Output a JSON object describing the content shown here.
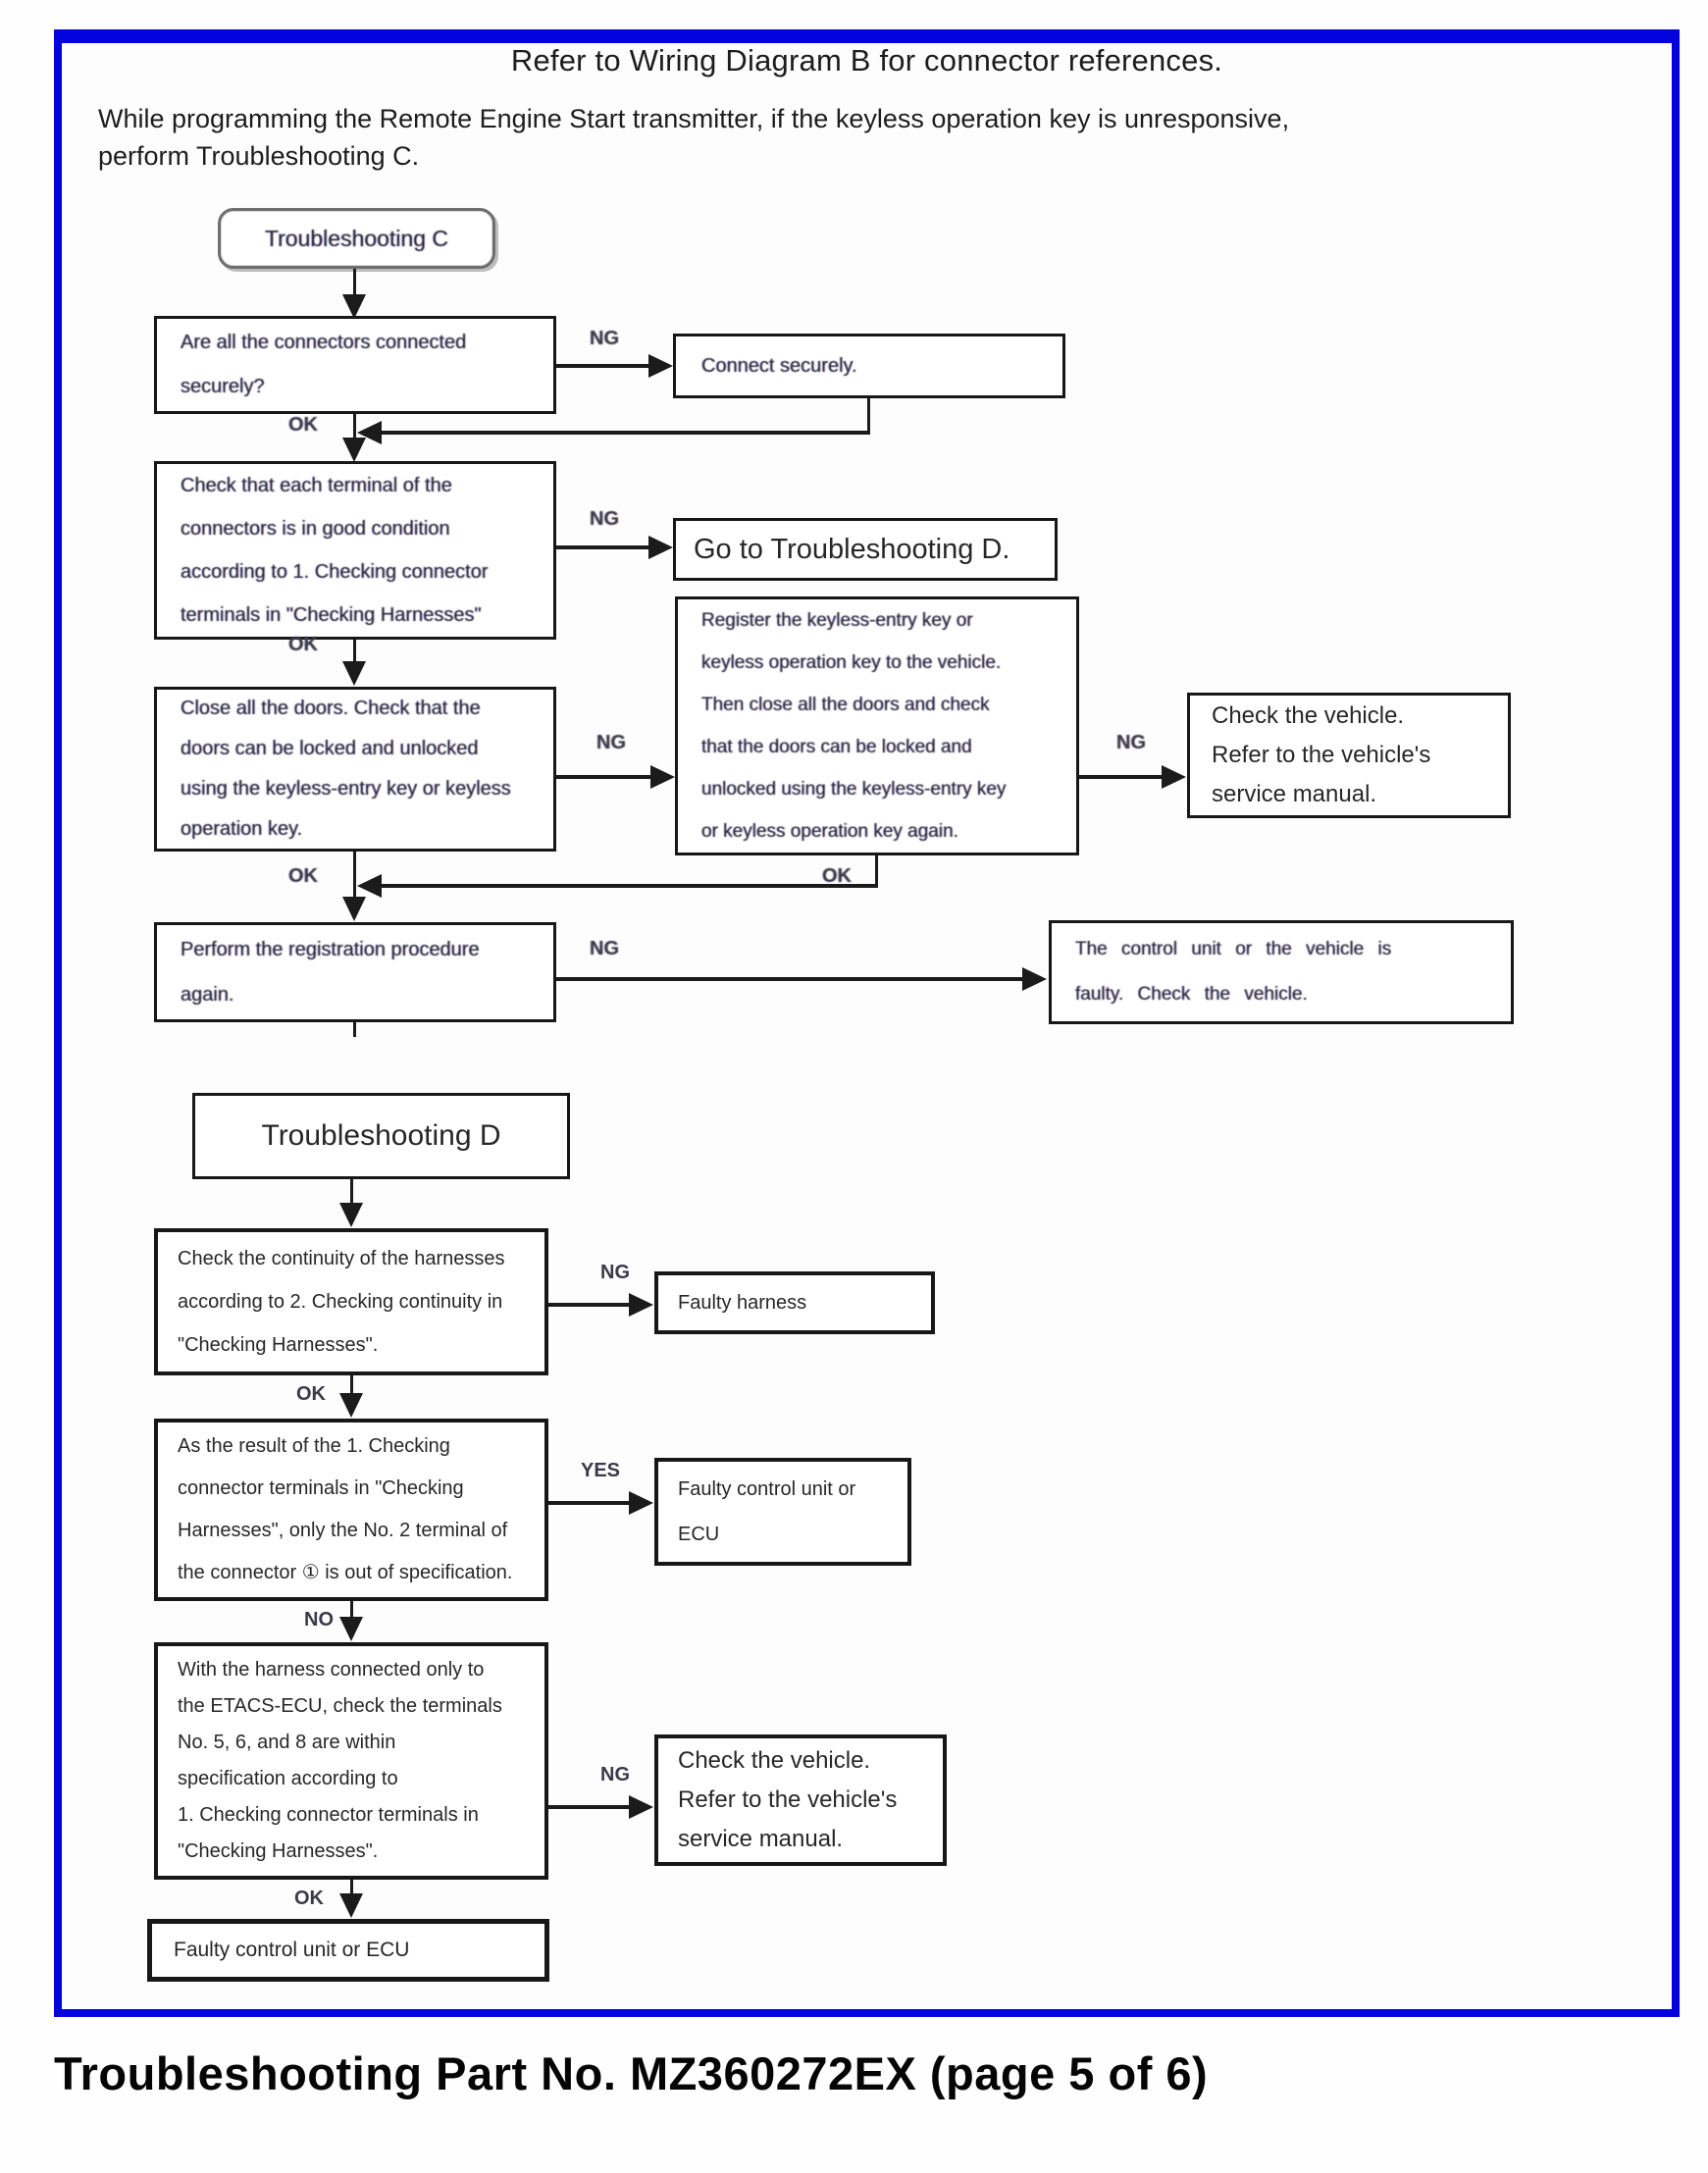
{
  "frame_color": "#0202dd",
  "header": {
    "title": "Refer to Wiring Diagram B for connector references.",
    "intro": "While programming the Remote Engine Start transmitter, if the keyless operation key is unresponsive,\nperform Troubleshooting C."
  },
  "labels": {
    "ng": "NG",
    "ok": "OK",
    "yes": "YES",
    "no": "NO"
  },
  "flow_c": {
    "start": "Troubleshooting C",
    "q_connectors": "Are all the connectors connected\nsecurely?",
    "a_connect": "Connect securely.",
    "q_terminals": "Check that each terminal of the\nconnectors is in good condition\naccording to 1. Checking connector\nterminals in \"Checking Harnesses\"",
    "a_goto_d": "Go to Troubleshooting D.",
    "q_doors": "Close all the doors. Check that the\ndoors can be locked and unlocked\nusing the keyless-entry key or keyless\noperation key.",
    "a_register": "Register the keyless-entry key or\nkeyless operation key to the vehicle.\nThen close all the doors and check\nthat the doors can be locked and\nunlocked using the keyless-entry key\nor keyless operation key again.",
    "a_check_vehicle": "Check the vehicle.\nRefer to the vehicle's\nservice manual.",
    "q_registration": "Perform the registration procedure\nagain.",
    "a_control_unit": "The control unit or the vehicle is\nfaulty. Check the vehicle."
  },
  "flow_d": {
    "start": "Troubleshooting D",
    "q_continuity": "Check the continuity of the harnesses\naccording to 2. Checking continuity in\n\"Checking Harnesses\".",
    "a_faulty_harness": "Faulty harness",
    "q_no2_terminal": "As the result of the 1. Checking\nconnector terminals in \"Checking\nHarnesses\", only the No. 2 terminal of\nthe connector ① is out of specification.",
    "a_faulty_ecu": "Faulty control unit or\nECU",
    "q_etacs": "With the harness connected only to\nthe ETACS-ECU, check the terminals\nNo. 5, 6, and 8 are within\nspecification according to\n1. Checking connector terminals in\n\"Checking Harnesses\".",
    "a_check_vehicle": "Check the vehicle.\nRefer to the vehicle's\nservice manual.",
    "end_faulty_ecu": "Faulty control unit or ECU"
  },
  "footer": {
    "caption": "Troubleshooting Part No. MZ360272EX (page 5 of 6)"
  }
}
